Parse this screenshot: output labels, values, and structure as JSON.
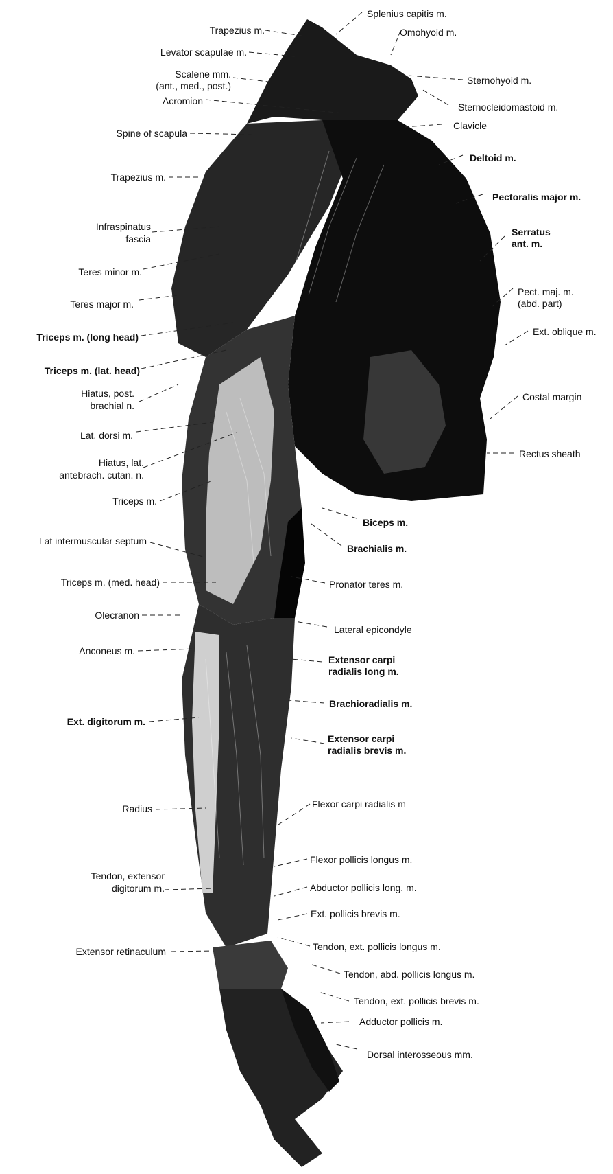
{
  "left_labels": {
    "trapezius_top": "Trapezius m.",
    "levator_scapulae": "Levator scapulae m.",
    "scalene_1": "Scalene mm.",
    "scalene_2": "(ant., med., post.)",
    "acromion": "Acromion",
    "spine_scapula": "Spine of scapula",
    "trapezius_mid": "Trapezius m.",
    "infraspinatus_1": "Infraspinatus",
    "infraspinatus_2": "fascia",
    "teres_minor": "Teres minor m.",
    "teres_major": "Teres major m.",
    "triceps_long": "Triceps m. (long head)",
    "triceps_lat": "Triceps m. (lat. head)",
    "hiatus_post_1": "Hiatus, post.",
    "hiatus_post_2": "brachial n.",
    "lat_dorsi": "Lat. dorsi m.",
    "hiatus_lat_1": "Hiatus, lat.",
    "hiatus_lat_2": "antebrach. cutan. n.",
    "triceps": "Triceps m.",
    "lat_septum": "Lat  intermuscular septum",
    "triceps_med": "Triceps m. (med. head)",
    "olecranon": "Olecranon",
    "anconeus": "Anconeus m.",
    "ext_digitorum": "Ext. digitorum m.",
    "radius": "Radius",
    "tendon_ext_dig_1": "Tendon, extensor",
    "tendon_ext_dig_2": "digitorum m.",
    "ext_retinaculum": "Extensor retinaculum"
  },
  "right_labels": {
    "splenius": "Splenius capitis m.",
    "omohyoid": "Omohyoid m.",
    "sternohyoid": "Sternohyoid m.",
    "sternocleido": "Sternocleidomastoid m.",
    "clavicle": "Clavicle",
    "deltoid": "Deltoid m.",
    "pectoralis": "Pectoralis major m.",
    "serratus_1": "Serratus",
    "serratus_2": "ant. m.",
    "pect_abd_1": "Pect. maj. m.",
    "pect_abd_2": "(abd. part)",
    "ext_oblique": "Ext. oblique m.",
    "costal": "Costal margin",
    "rectus": "Rectus sheath",
    "biceps": "Biceps m.",
    "brachialis": "Brachialis m.",
    "pronator": "Pronator teres m.",
    "lat_epicondyle": "Lateral epicondyle",
    "ecrl_1": "Extensor carpi",
    "ecrl_2": "radialis long m.",
    "brachioradialis": "Brachioradialis m.",
    "ecrb_1": "Extensor carpi",
    "ecrb_2": "radialis brevis m.",
    "fcr": "Flexor carpi radialis m",
    "fpl": "Flexor pollicis longus m.",
    "apl": "Abductor pollicis long. m.",
    "epb": "Ext. pollicis brevis m.",
    "tendon_epl": "Tendon, ext. pollicis longus m.",
    "tendon_apl": "Tendon, abd. pollicis longus m.",
    "tendon_epb": "Tendon, ext. pollicis brevis m.",
    "adductor_pollicis": "Adductor pollicis m.",
    "dorsal_interosseous": "Dorsal interosseous mm."
  }
}
